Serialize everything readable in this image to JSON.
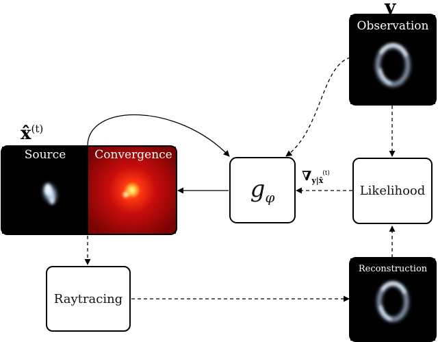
{
  "observation": {
    "symbol": "y",
    "caption": "Observation"
  },
  "estimate": {
    "symbol": "x̂",
    "superscript": "(t)",
    "source_caption": "Source",
    "convergence_caption": "Convergence"
  },
  "network": {
    "base": "g",
    "subscript": "φ"
  },
  "likelihood": {
    "label": "Likelihood",
    "gradient_nabla": "∇",
    "gradient_subscript": "y|x̂",
    "gradient_sup": "(t)"
  },
  "raytracing": {
    "label": "Raytracing"
  },
  "reconstruction": {
    "caption": "Reconstruction"
  },
  "colors": {
    "stroke": "#000000",
    "panel_bg": "#000000",
    "convergence_red": "#e01010",
    "glow": "#dff0ff"
  }
}
